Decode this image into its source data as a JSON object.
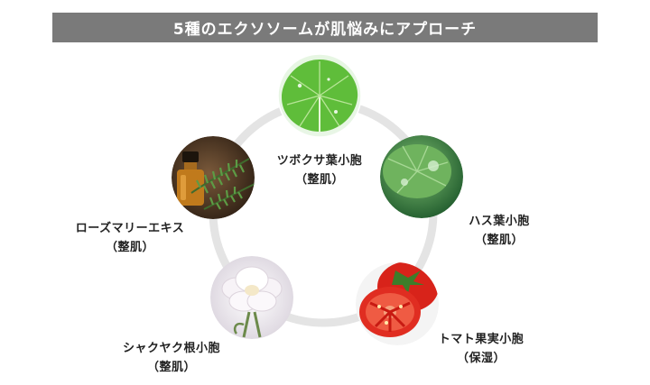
{
  "banner": {
    "title": "5種のエクソソームが肌悩みにアプローチ"
  },
  "ingredients": [
    {
      "name": "ツボクサ葉小胞",
      "effect": "（整肌）",
      "image_icon": "centella-leaf-image"
    },
    {
      "name": "ハス葉小胞",
      "effect": "（整肌）",
      "image_icon": "lotus-leaf-image"
    },
    {
      "name": "トマト果実小胞",
      "effect": "（保湿）",
      "image_icon": "tomato-image"
    },
    {
      "name": "シャクヤク根小胞",
      "effect": "（整肌）",
      "image_icon": "peony-flower-image"
    },
    {
      "name": "ローズマリーエキス",
      "effect": "（整肌）",
      "image_icon": "rosemary-oil-image"
    }
  ],
  "colors": {
    "banner_bg": "#7a7a7a",
    "ring": "#e4e4e4"
  }
}
